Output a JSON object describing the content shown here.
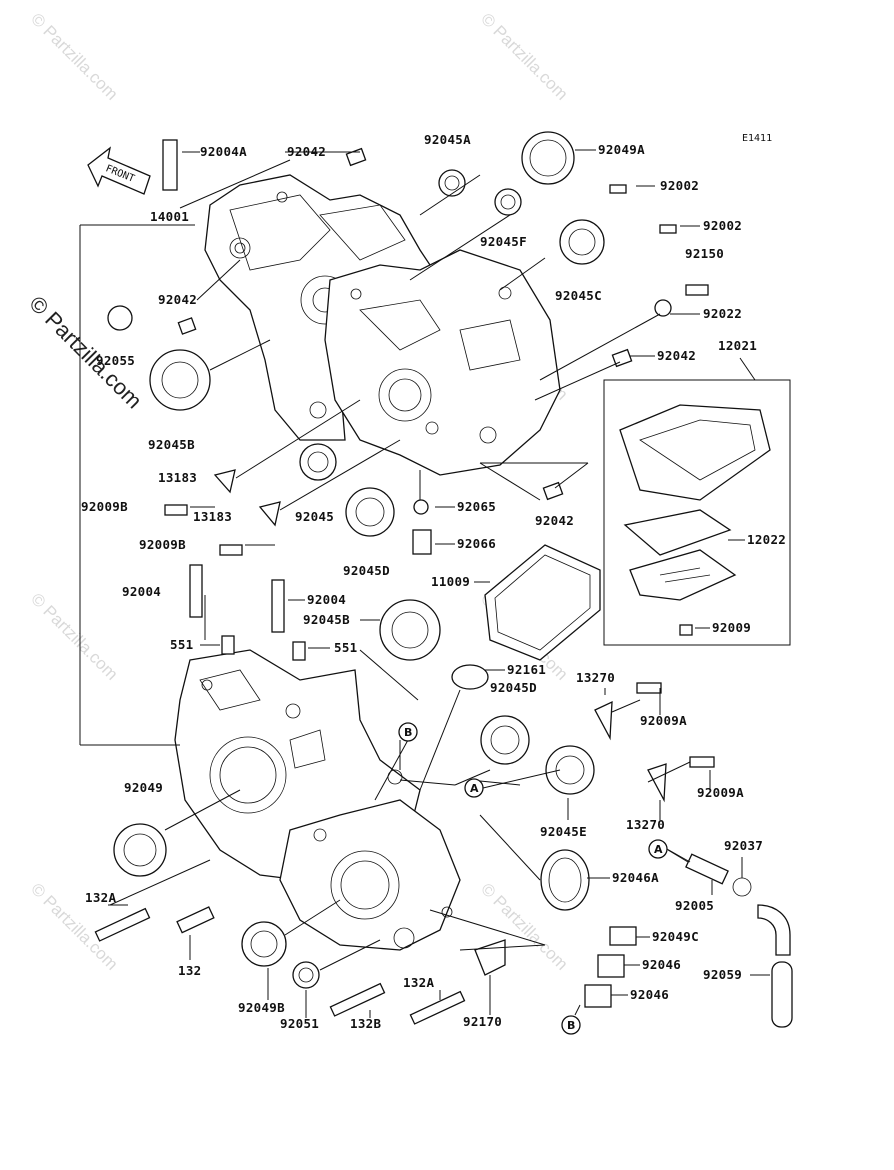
{
  "diagram_code": "E1411",
  "front_label": "FRONT",
  "watermark": "© Partzilla.com",
  "callouts": [
    "A",
    "B"
  ],
  "parts": [
    {
      "id": "p1",
      "label": "92004A"
    },
    {
      "id": "p2",
      "label": "92042"
    },
    {
      "id": "p3",
      "label": "14001"
    },
    {
      "id": "p4",
      "label": "92042"
    },
    {
      "id": "p5",
      "label": "92055"
    },
    {
      "id": "p6",
      "label": "92045B"
    },
    {
      "id": "p7",
      "label": "92045A"
    },
    {
      "id": "p8",
      "label": "92045F"
    },
    {
      "id": "p9",
      "label": "92049A"
    },
    {
      "id": "p10",
      "label": "92002"
    },
    {
      "id": "p11",
      "label": "92002"
    },
    {
      "id": "p12",
      "label": "92150"
    },
    {
      "id": "p13",
      "label": "92045C"
    },
    {
      "id": "p14",
      "label": "92022"
    },
    {
      "id": "p15",
      "label": "92042"
    },
    {
      "id": "p16",
      "label": "12021"
    },
    {
      "id": "p17",
      "label": "13183"
    },
    {
      "id": "p18",
      "label": "92009B"
    },
    {
      "id": "p19",
      "label": "13183"
    },
    {
      "id": "p20",
      "label": "92045"
    },
    {
      "id": "p21",
      "label": "92065"
    },
    {
      "id": "p22",
      "label": "92042"
    },
    {
      "id": "p23",
      "label": "92009B"
    },
    {
      "id": "p24",
      "label": "92066"
    },
    {
      "id": "p25",
      "label": "12022"
    },
    {
      "id": "p26",
      "label": "92045D"
    },
    {
      "id": "p27",
      "label": "11009"
    },
    {
      "id": "p28",
      "label": "92004"
    },
    {
      "id": "p29",
      "label": "92004"
    },
    {
      "id": "p30",
      "label": "92045B"
    },
    {
      "id": "p31",
      "label": "92009"
    },
    {
      "id": "p32",
      "label": "551"
    },
    {
      "id": "p33",
      "label": "551"
    },
    {
      "id": "p34",
      "label": "92161"
    },
    {
      "id": "p35",
      "label": "13270"
    },
    {
      "id": "p36",
      "label": "92045D"
    },
    {
      "id": "p37",
      "label": "92009A"
    },
    {
      "id": "p38",
      "label": "92049"
    },
    {
      "id": "p39",
      "label": "92009A"
    },
    {
      "id": "p40",
      "label": "92045E"
    },
    {
      "id": "p41",
      "label": "13270"
    },
    {
      "id": "p42",
      "label": "92037"
    },
    {
      "id": "p43",
      "label": "92046A"
    },
    {
      "id": "p44",
      "label": "132A"
    },
    {
      "id": "p45",
      "label": "92005"
    },
    {
      "id": "p46",
      "label": "92049C"
    },
    {
      "id": "p47",
      "label": "132"
    },
    {
      "id": "p48",
      "label": "92046"
    },
    {
      "id": "p49",
      "label": "92059"
    },
    {
      "id": "p50",
      "label": "92049B"
    },
    {
      "id": "p51",
      "label": "132A"
    },
    {
      "id": "p52",
      "label": "92046"
    },
    {
      "id": "p53",
      "label": "92051"
    },
    {
      "id": "p54",
      "label": "132B"
    },
    {
      "id": "p55",
      "label": "92170"
    }
  ]
}
